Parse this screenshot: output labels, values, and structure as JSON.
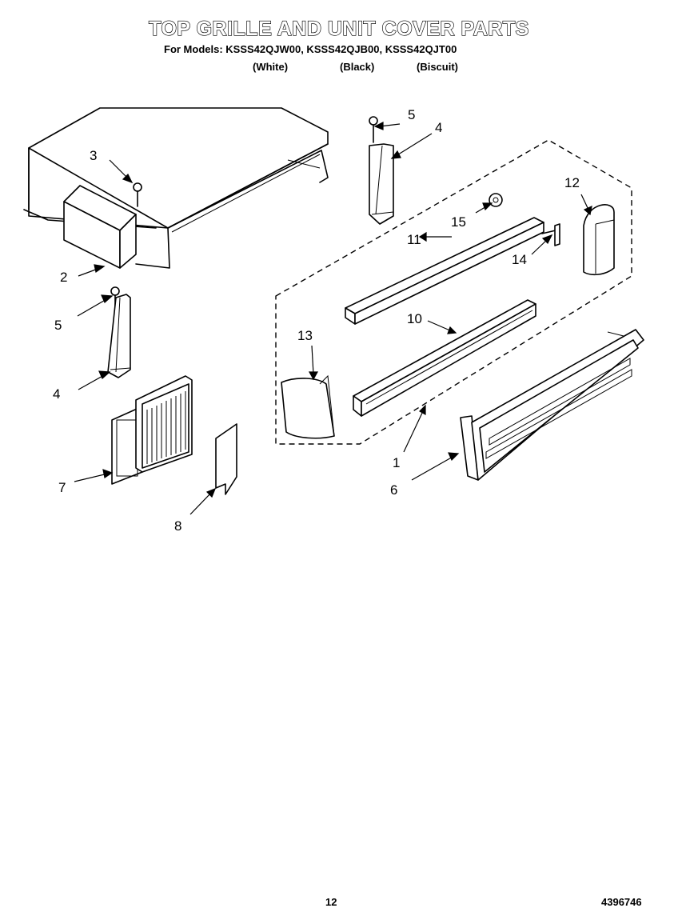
{
  "title": "TOP GRILLE AND UNIT COVER PARTS",
  "subtitle": "For Models: KSSS42QJW00, KSSS42QJB00, KSSS42QJT00",
  "color_labels": [
    "(White)",
    "(Black)",
    "(Biscuit)"
  ],
  "page_number": "12",
  "doc_number": "4396746",
  "callouts": {
    "c1": "1",
    "c2": "2",
    "c3": "3",
    "c4a": "4",
    "c4b": "4",
    "c5a": "5",
    "c5b": "5",
    "c6": "6",
    "c7": "7",
    "c8": "8",
    "c10": "10",
    "c11": "11",
    "c12": "12",
    "c13": "13",
    "c14": "14",
    "c15": "15"
  }
}
